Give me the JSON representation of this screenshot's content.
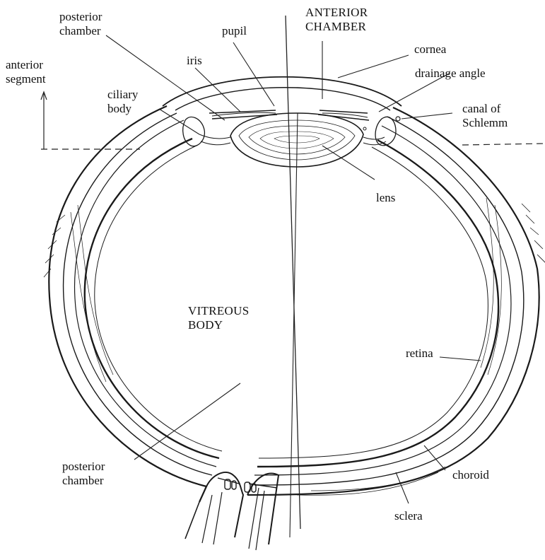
{
  "labels": {
    "posterior_chamber_top": [
      "posterior",
      "chamber"
    ],
    "pupil": "pupil",
    "anterior_chamber": [
      "ANTERIOR",
      "CHAMBER"
    ],
    "cornea": "cornea",
    "iris": "iris",
    "anterior_segment": [
      "anterior",
      "segment"
    ],
    "drainage_angle": "drainage angle",
    "ciliary_body": [
      "ciliary",
      "body"
    ],
    "canal_of_schlemm": [
      "canal of",
      "Schlemm"
    ],
    "lens": "lens",
    "vitreous_body": [
      "VITREOUS",
      "BODY"
    ],
    "retina": "retina",
    "posterior_chamber_bottom": [
      "posterior",
      "chamber"
    ],
    "choroid": "choroid",
    "sclera": "sclera"
  },
  "colors": {
    "ink": "#111111",
    "background": "#ffffff"
  }
}
